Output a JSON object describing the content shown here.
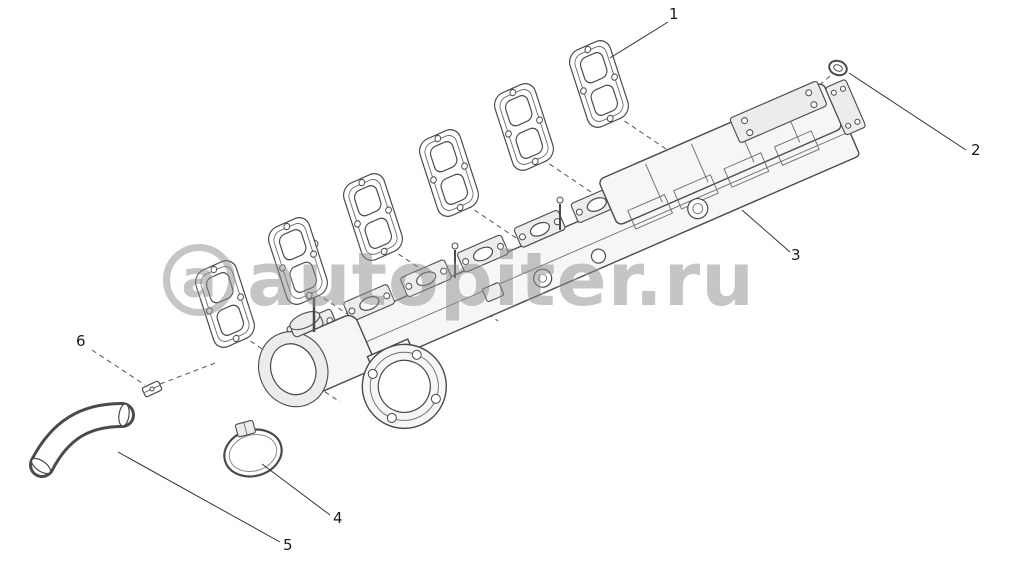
{
  "diagram": {
    "callouts": [
      {
        "label": "1"
      },
      {
        "label": "2"
      },
      {
        "label": "3"
      },
      {
        "label": "4"
      },
      {
        "label": "5"
      },
      {
        "label": "6"
      }
    ]
  },
  "watermark": {
    "logo_glyph": "a",
    "text": "autopiter.ru"
  }
}
